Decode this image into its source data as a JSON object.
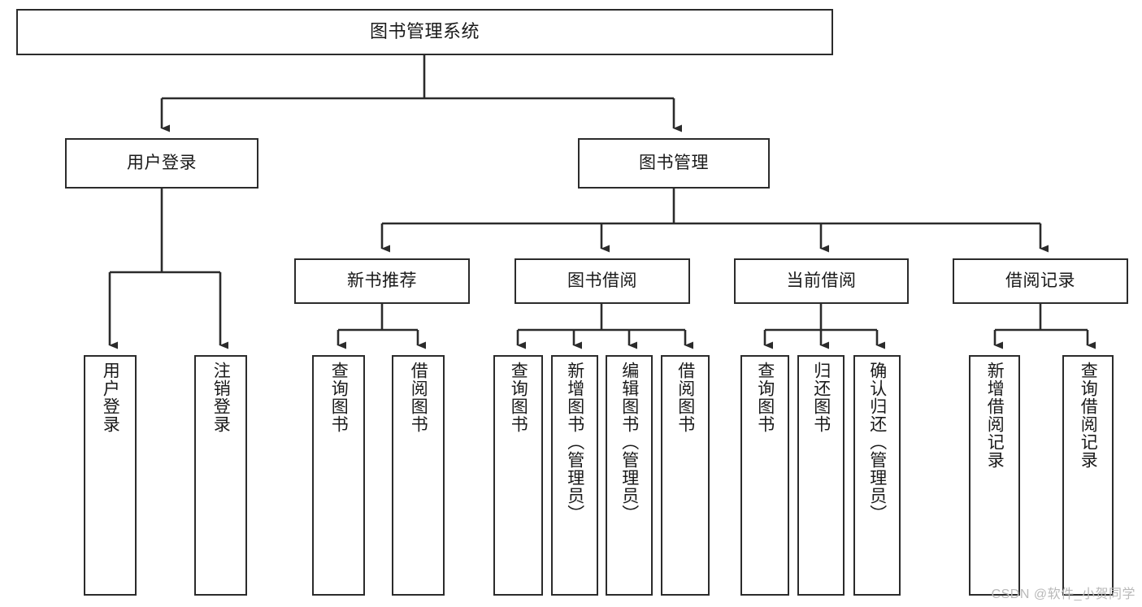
{
  "diagram": {
    "type": "tree",
    "title": "图书管理系统",
    "watermark": "CSDN @软件_小贺同学",
    "colors": {
      "background": "#ffffff",
      "border": "#2b2b2b",
      "connector": "#2b2b2b",
      "text": "#1a1a1a",
      "watermark": "#b9b9b9"
    },
    "nodes": {
      "root": {
        "label": "图书管理系统"
      },
      "level2": [
        {
          "label": "用户登录"
        },
        {
          "label": "图书管理"
        }
      ],
      "level3": [
        {
          "label": "新书推荐"
        },
        {
          "label": "图书借阅"
        },
        {
          "label": "当前借阅"
        },
        {
          "label": "借阅记录"
        }
      ],
      "leaves_user_login": [
        {
          "label": "用户登录"
        },
        {
          "label": "注销登录"
        }
      ],
      "leaves_new_book": [
        {
          "label": "查询图书"
        },
        {
          "label": "借阅图书"
        }
      ],
      "leaves_borrow": [
        {
          "label": "查询图书"
        },
        {
          "label": "新增图书（管理员）"
        },
        {
          "label": "编辑图书（管理员）"
        },
        {
          "label": "借阅图书"
        }
      ],
      "leaves_current": [
        {
          "label": "查询图书"
        },
        {
          "label": "归还图书"
        },
        {
          "label": "确认归还（管理员）"
        }
      ],
      "leaves_records": [
        {
          "label": "新增借阅记录"
        },
        {
          "label": "查询借阅记录"
        }
      ]
    }
  }
}
